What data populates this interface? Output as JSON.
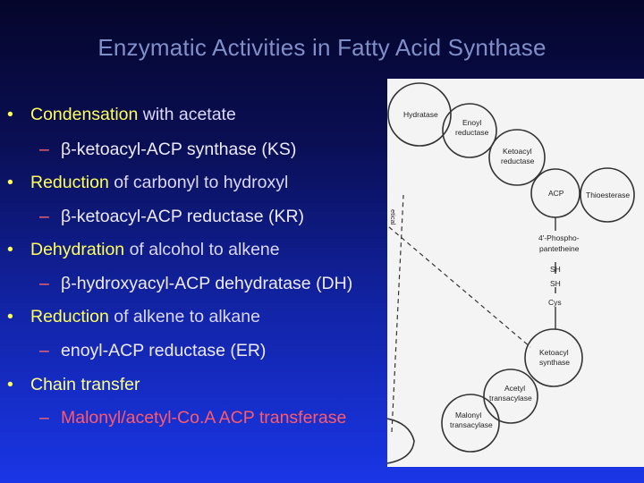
{
  "title": "Enzymatic Activities in Fatty Acid Synthase",
  "bullets": [
    {
      "bold": "Condensation",
      "rest": " with acetate",
      "sub": "β-ketoacyl-ACP synthase (KS)"
    },
    {
      "bold": "Reduction",
      "rest": " of carbonyl to hydroxyl",
      "sub": "β-ketoacyl-ACP reductase (KR)"
    },
    {
      "bold": "Dehydration",
      "rest": " of alcohol to alkene",
      "sub": "β-hydroxyacyl-ACP dehydratase (DH)"
    },
    {
      "bold": "Reduction",
      "rest": " of alkene to alkane",
      "sub": "enoyl-ACP reductase (ER)"
    },
    {
      "bold": "Chain transfer",
      "rest": "",
      "sub": "Malonyl/acetyl-Co.A ACP transferase"
    }
  ],
  "bullet_symbol": "•",
  "sub_symbol": "–",
  "figure": {
    "labels": {
      "hydratase": "Hydratase",
      "enoyl_1": "Enoyl",
      "enoyl_2": "reductase",
      "ketoacyl_red_1": "Ketoacyl",
      "ketoacyl_red_2": "reductase",
      "acp": "ACP",
      "thioesterase": "Thioesterase",
      "phospho_1": "4'-Phospho-",
      "phospho_2": "pantetheine",
      "sh1": "SH",
      "sh2": "SH",
      "cys": "Cys",
      "ketoacyl_syn_1": "Ketoacyl",
      "ketoacyl_syn_2": "synthase",
      "acetyl_1": "Acetyl",
      "acetyl_2": "transacylase",
      "malonyl_1": "Malonyl",
      "malonyl_2": "transacylase",
      "edge_text": "etical"
    }
  },
  "colors": {
    "title": "#7f8fc8",
    "bullet_bold": "#ffff5a",
    "bullet_rest": "#dcd8ff",
    "sub_text": "#eeeaff",
    "sub_red": "#ff5a6a",
    "dash": "#ff6a6a"
  }
}
